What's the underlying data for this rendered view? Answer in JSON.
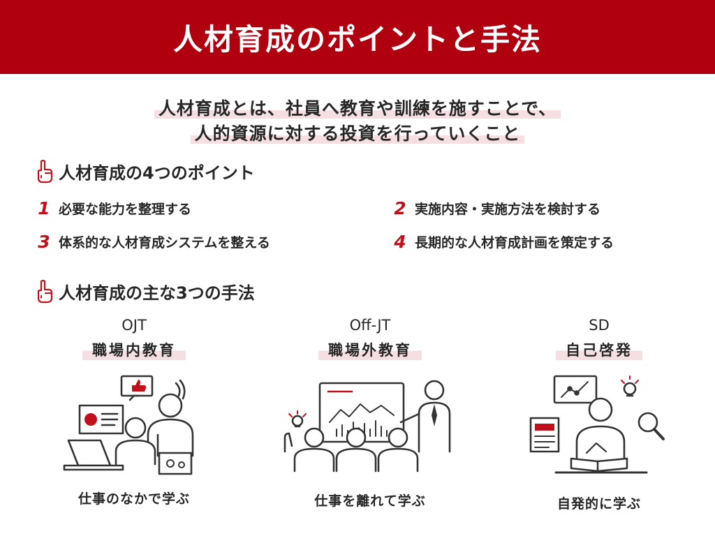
{
  "title": "人材育成のポイントと手法",
  "lead": [
    "人材育成とは、社員へ教育や訓練を施すことで、",
    "人的資源に対する投資を行っていくこと"
  ],
  "points_section": {
    "heading": "人材育成の4つのポイント",
    "items": [
      {
        "num": "1",
        "text": "必要な能力を整理する"
      },
      {
        "num": "2",
        "text": "実施内容・実施方法を検討する"
      },
      {
        "num": "3",
        "text": "体系的な人材育成システムを整える"
      },
      {
        "num": "4",
        "text": "長期的な人材育成計画を策定する"
      }
    ]
  },
  "methods_section": {
    "heading": "人材育成の主な3つの手法",
    "methods": [
      {
        "abbr": "OJT",
        "name": "職場内教育",
        "caption": "仕事のなかで学ぶ"
      },
      {
        "abbr": "Off-JT",
        "name": "職場外教育",
        "caption": "仕事を離れて学ぶ"
      },
      {
        "abbr": "SD",
        "name": "自己啓発",
        "caption": "自発的に学ぶ"
      }
    ]
  },
  "colors": {
    "banner": "#b0000f",
    "accent": "#c0101c",
    "highlight": "#f6dfe2",
    "text": "#262626"
  },
  "icons": [
    "pointing-finger-icon",
    "thumbs-up-icon",
    "laptop-icon",
    "gear-icon",
    "presentation-board-icon",
    "lightbulb-icon",
    "magnifier-icon",
    "chart-icon",
    "book-icon"
  ]
}
